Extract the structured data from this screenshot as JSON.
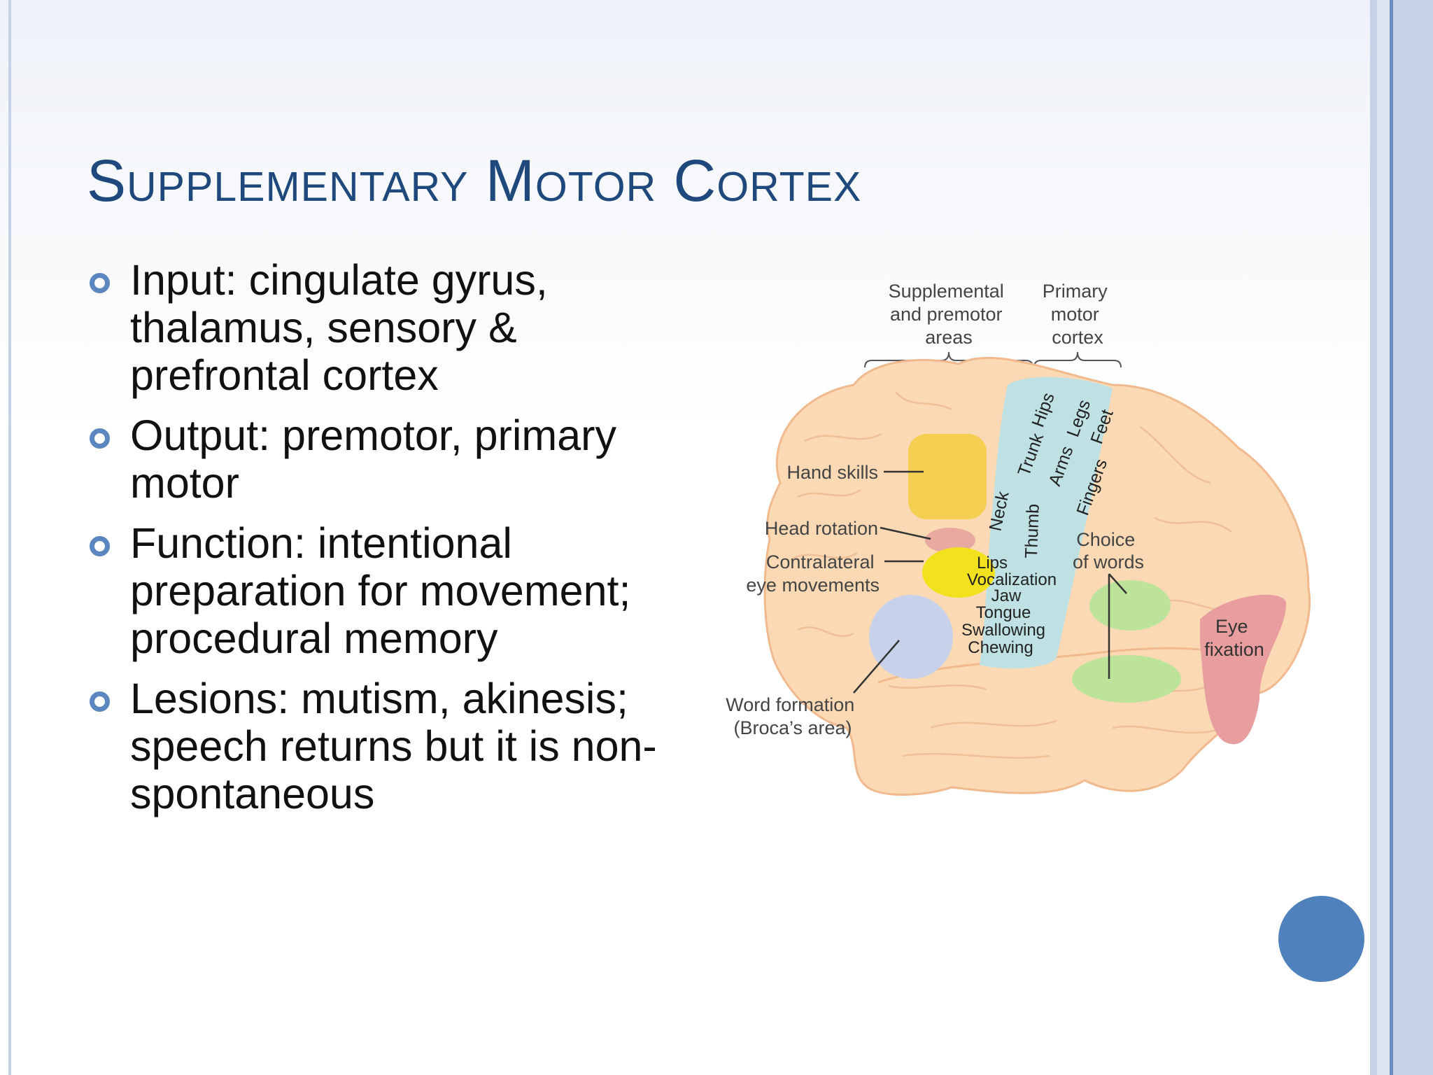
{
  "title": "Supplementary Motor Cortex",
  "colors": {
    "title": "#1f497d",
    "bullet_marker": "#5b86bf",
    "accent_circle": "#4f81bd",
    "rail_light": "#c5d2e6",
    "rail_dark": "#6c8ec4",
    "brain_fill": "#fbd9b5",
    "motor_strip": "#bfe1e3",
    "hand_skills_area": "#f5cf52",
    "head_rotation_area": "#e8aaa0",
    "eye_movements_area": "#f2e21e",
    "broca_area": "#c7d1ea",
    "choice_words_area": "#bde39a",
    "eye_fixation_area": "#e89e9e"
  },
  "bullets": [
    "Input: cingulate gyrus, thalamus, sensory & prefrontal cortex",
    "Output: premotor, primary motor",
    "Function: intentional preparation for movement; procedural memory",
    "Lesions: mutism, akinesis; speech returns but it is non-spontaneous"
  ],
  "figure": {
    "header_supplemental": [
      "Supplemental",
      "and premotor",
      "areas"
    ],
    "header_primary": [
      "Primary",
      "motor",
      "cortex"
    ],
    "hand_skills": "Hand skills",
    "head_rotation": "Head rotation",
    "contralateral": [
      "Contralateral",
      "eye movements"
    ],
    "word_formation": [
      "Word formation",
      "(Broca’s area)"
    ],
    "choice_of_words": [
      "Choice",
      "of words"
    ],
    "eye_fixation": [
      "Eye",
      "fixation"
    ],
    "strip_labels": [
      "Hips",
      "Legs",
      "Feet",
      "Trunk",
      "Arms",
      "Fingers",
      "Neck",
      "Thumb"
    ],
    "mouth_labels": [
      "Lips",
      "Vocalization",
      "Jaw",
      "Tongue",
      "Swallowing",
      "Chewing"
    ]
  }
}
